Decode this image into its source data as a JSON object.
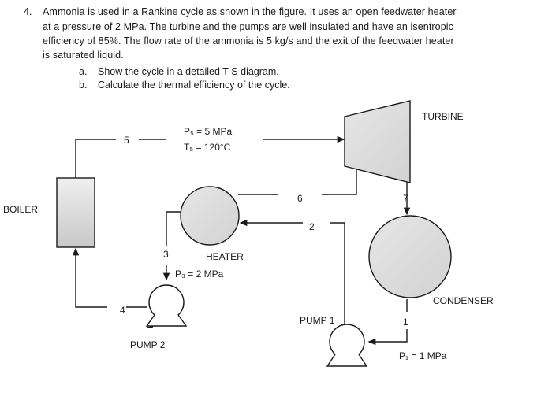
{
  "problem": {
    "number": "4.",
    "lines": [
      "Ammonia is used in a Rankine cycle as shown in the figure.  It uses an open feedwater heater",
      "at a pressure of 2 MPa.  The turbine and the pumps are well insulated and have an isentropic",
      "efficiency of 85%.  The flow rate of the ammonia is 5 kg/s and the exit of the feedwater heater",
      "is saturated liquid."
    ],
    "parts": [
      {
        "letter": "a.",
        "text": "Show the cycle in a detailed T-S diagram."
      },
      {
        "letter": "b.",
        "text": "Calculate the thermal efficiency of the cycle."
      }
    ]
  },
  "diagram": {
    "labels": {
      "turbine": "TURBINE",
      "boiler": "BOILER",
      "heater": "HEATER",
      "condenser": "CONDENSER",
      "pump1": "PUMP 1",
      "pump2": "PUMP 2",
      "state5_pressure": "P₅ = 5 MPa",
      "state5_temp": "T₅ = 120°C",
      "state3_pressure": "P₃ = 2 MPa",
      "state1_pressure": "P₁ = 1 MPa"
    },
    "state_numbers": [
      "1",
      "2",
      "3",
      "4",
      "5",
      "6",
      "7"
    ]
  }
}
